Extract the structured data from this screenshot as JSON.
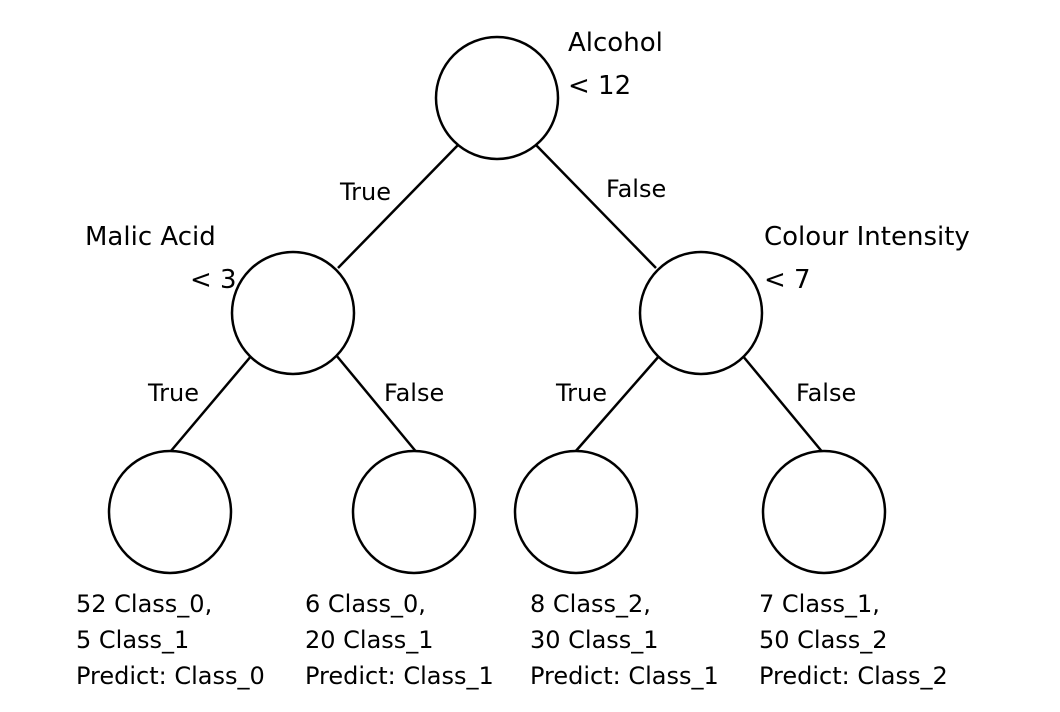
{
  "nodes": {
    "root": {
      "feature": "Alcohol",
      "threshold": "< 12"
    },
    "left": {
      "feature": "Malic Acid",
      "threshold": "< 3"
    },
    "right": {
      "feature": "Colour Intensity",
      "threshold": "< 7"
    }
  },
  "edges": {
    "root_left": "True",
    "root_right": "False",
    "left_left": "True",
    "left_right": "False",
    "right_left": "True",
    "right_right": "False"
  },
  "leaves": [
    {
      "line1": "52 Class_0,",
      "line2": "5 Class_1",
      "line3": "Predict: Class_0"
    },
    {
      "line1": "6 Class_0,",
      "line2": "20 Class_1",
      "line3": "Predict: Class_1"
    },
    {
      "line1": "8 Class_2,",
      "line2": "30 Class_1",
      "line3": "Predict: Class_1"
    },
    {
      "line1": "7 Class_1,",
      "line2": "50 Class_2",
      "line3": "Predict: Class_2"
    }
  ],
  "colors": {
    "stroke": "#000000",
    "background": "#ffffff"
  }
}
